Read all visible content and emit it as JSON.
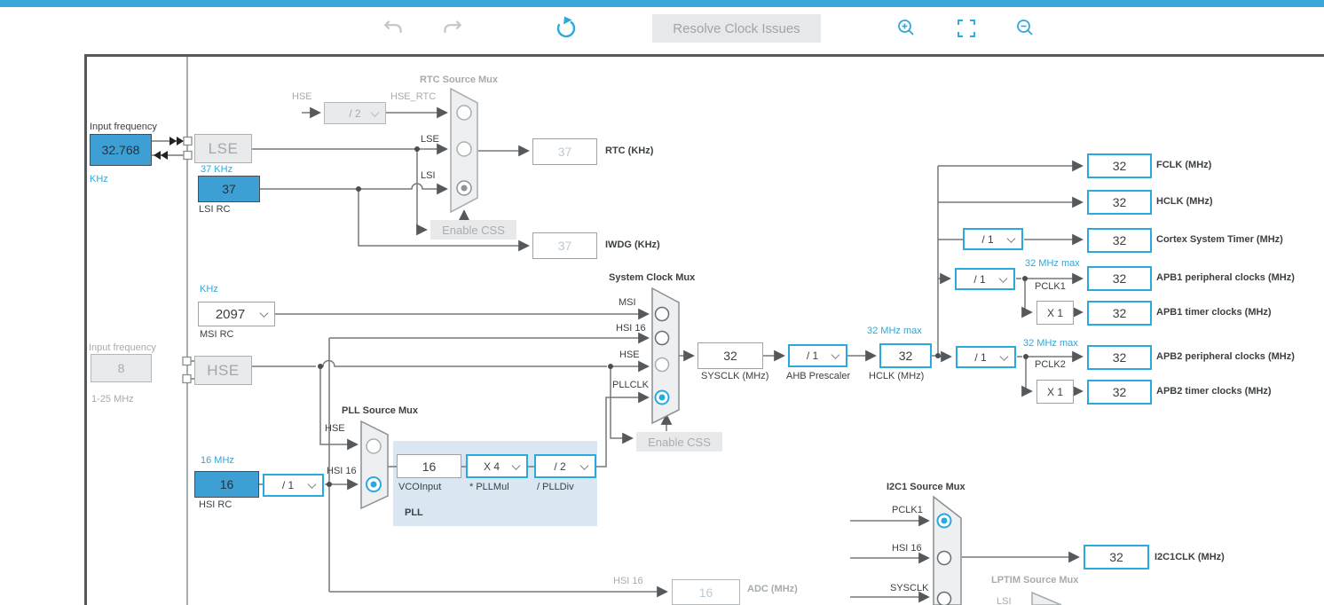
{
  "colors": {
    "topbar_blue": "#3AA7DB",
    "accent_blue": "#2AA9DF",
    "box_blue_fill": "#3E9FD4",
    "pll_background": "#DAE6F2",
    "wire_gray": "#74797C",
    "canvas_border": "#54585A",
    "disabled_gray": "#A6ABAE"
  },
  "toolbar": {
    "undo_icon": "undo",
    "redo_icon": "redo",
    "reset_icon": "reset-view",
    "resolve_button": "Resolve Clock Issues",
    "zoom_in_icon": "zoom-in",
    "fit_icon": "fit-to-window",
    "zoom_out_icon": "zoom-out"
  },
  "lse": {
    "input_label": "Input frequency",
    "value": "32.768",
    "unit": "KHz",
    "osc_label": "LSE",
    "lsi_freq": "37 KHz",
    "lsi_value": "37",
    "lsi_label": "LSI RC"
  },
  "rtc": {
    "title": "RTC Source Mux",
    "hse_label": "HSE",
    "divider": "/ 2",
    "hse_rtc_label": "HSE_RTC",
    "lse_label": "LSE",
    "lsi_label": "LSI",
    "value": "37",
    "label": "RTC (KHz)",
    "enable_css": "Enable CSS",
    "iwdg_value": "37",
    "iwdg_label": "IWDG (KHz)"
  },
  "msi": {
    "unit": "KHz",
    "value": "2097",
    "label": "MSI RC"
  },
  "hse": {
    "input_label": "Input frequency",
    "value": "8",
    "range": "1-25 MHz",
    "osc_label": "HSE"
  },
  "pllmux": {
    "title": "PLL Source Mux",
    "hse_label": "HSE",
    "hsi_label": "HSI 16"
  },
  "pll": {
    "vco_value": "16",
    "vco_label": "VCOInput",
    "mul_value": "X 4",
    "mul_label": "* PLLMul",
    "div_value": "/ 2",
    "div_label": "/ PLLDiv",
    "block_label": "PLL"
  },
  "hsi": {
    "freq": "16 MHz",
    "value": "16",
    "div": "/ 1",
    "label": "HSI RC"
  },
  "sysmux": {
    "title": "System Clock Mux",
    "msi_label": "MSI",
    "hsi_label": "HSI 16",
    "hse_label": "HSE",
    "pll_label": "PLLCLK",
    "enable_css": "Enable CSS"
  },
  "sysclk": {
    "value": "32",
    "label": "SYSCLK (MHz)"
  },
  "ahb": {
    "value": "/ 1",
    "label": "AHB Prescaler"
  },
  "hclk": {
    "max": "32 MHz max",
    "value": "32",
    "label": "HCLK (MHz)"
  },
  "outputs": {
    "fclk": {
      "value": "32",
      "label": "FCLK (MHz)"
    },
    "hclk": {
      "value": "32",
      "label": "HCLK (MHz)"
    },
    "cortex": {
      "div": "/ 1",
      "value": "32",
      "label": "Cortex System Timer (MHz)"
    },
    "apb1": {
      "max": "32 MHz max",
      "div": "/ 1",
      "pclk": "PCLK1",
      "value": "32",
      "label": "APB1 peripheral clocks (MHz)",
      "mult": "X 1",
      "timer_value": "32",
      "timer_label": "APB1 timer clocks (MHz)"
    },
    "apb2": {
      "max": "32 MHz max",
      "div": "/ 1",
      "pclk": "PCLK2",
      "value": "32",
      "label": "APB2 peripheral clocks (MHz)",
      "mult": "X 1",
      "timer_value": "32",
      "timer_label": "APB2 timer clocks (MHz)"
    }
  },
  "i2c1": {
    "title": "I2C1 Source Mux",
    "pclk1_label": "PCLK1",
    "hsi_label": "HSI 16",
    "sysclk_label": "SYSCLK",
    "value": "32",
    "label": "I2C1CLK (MHz)"
  },
  "lptim": {
    "title": "LPTIM Source Mux",
    "lsi_label": "LSI"
  },
  "adc": {
    "src_label": "HSI 16",
    "value": "16",
    "label": "ADC (MHz)"
  }
}
